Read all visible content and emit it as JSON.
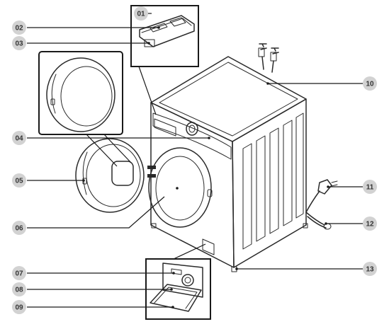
{
  "callouts": [
    {
      "id": "01",
      "label": "01"
    },
    {
      "id": "02",
      "label": "02"
    },
    {
      "id": "03",
      "label": "03"
    },
    {
      "id": "04",
      "label": "04"
    },
    {
      "id": "05",
      "label": "05"
    },
    {
      "id": "06",
      "label": "06"
    },
    {
      "id": "07",
      "label": "07"
    },
    {
      "id": "08",
      "label": "08"
    },
    {
      "id": "09",
      "label": "09"
    },
    {
      "id": "10",
      "label": "10"
    },
    {
      "id": "11",
      "label": "11"
    },
    {
      "id": "12",
      "label": "12"
    },
    {
      "id": "13",
      "label": "13"
    }
  ],
  "colors": {
    "badge_fill": "#d2d2d2",
    "badge_text": "#333333",
    "line": "#2a2a2a"
  },
  "icons": [
    "washing-machine",
    "detergent-drawer",
    "door",
    "drum",
    "water-tap",
    "power-plug",
    "drain-hose",
    "leveling-foot",
    "drain-pump-filter"
  ]
}
